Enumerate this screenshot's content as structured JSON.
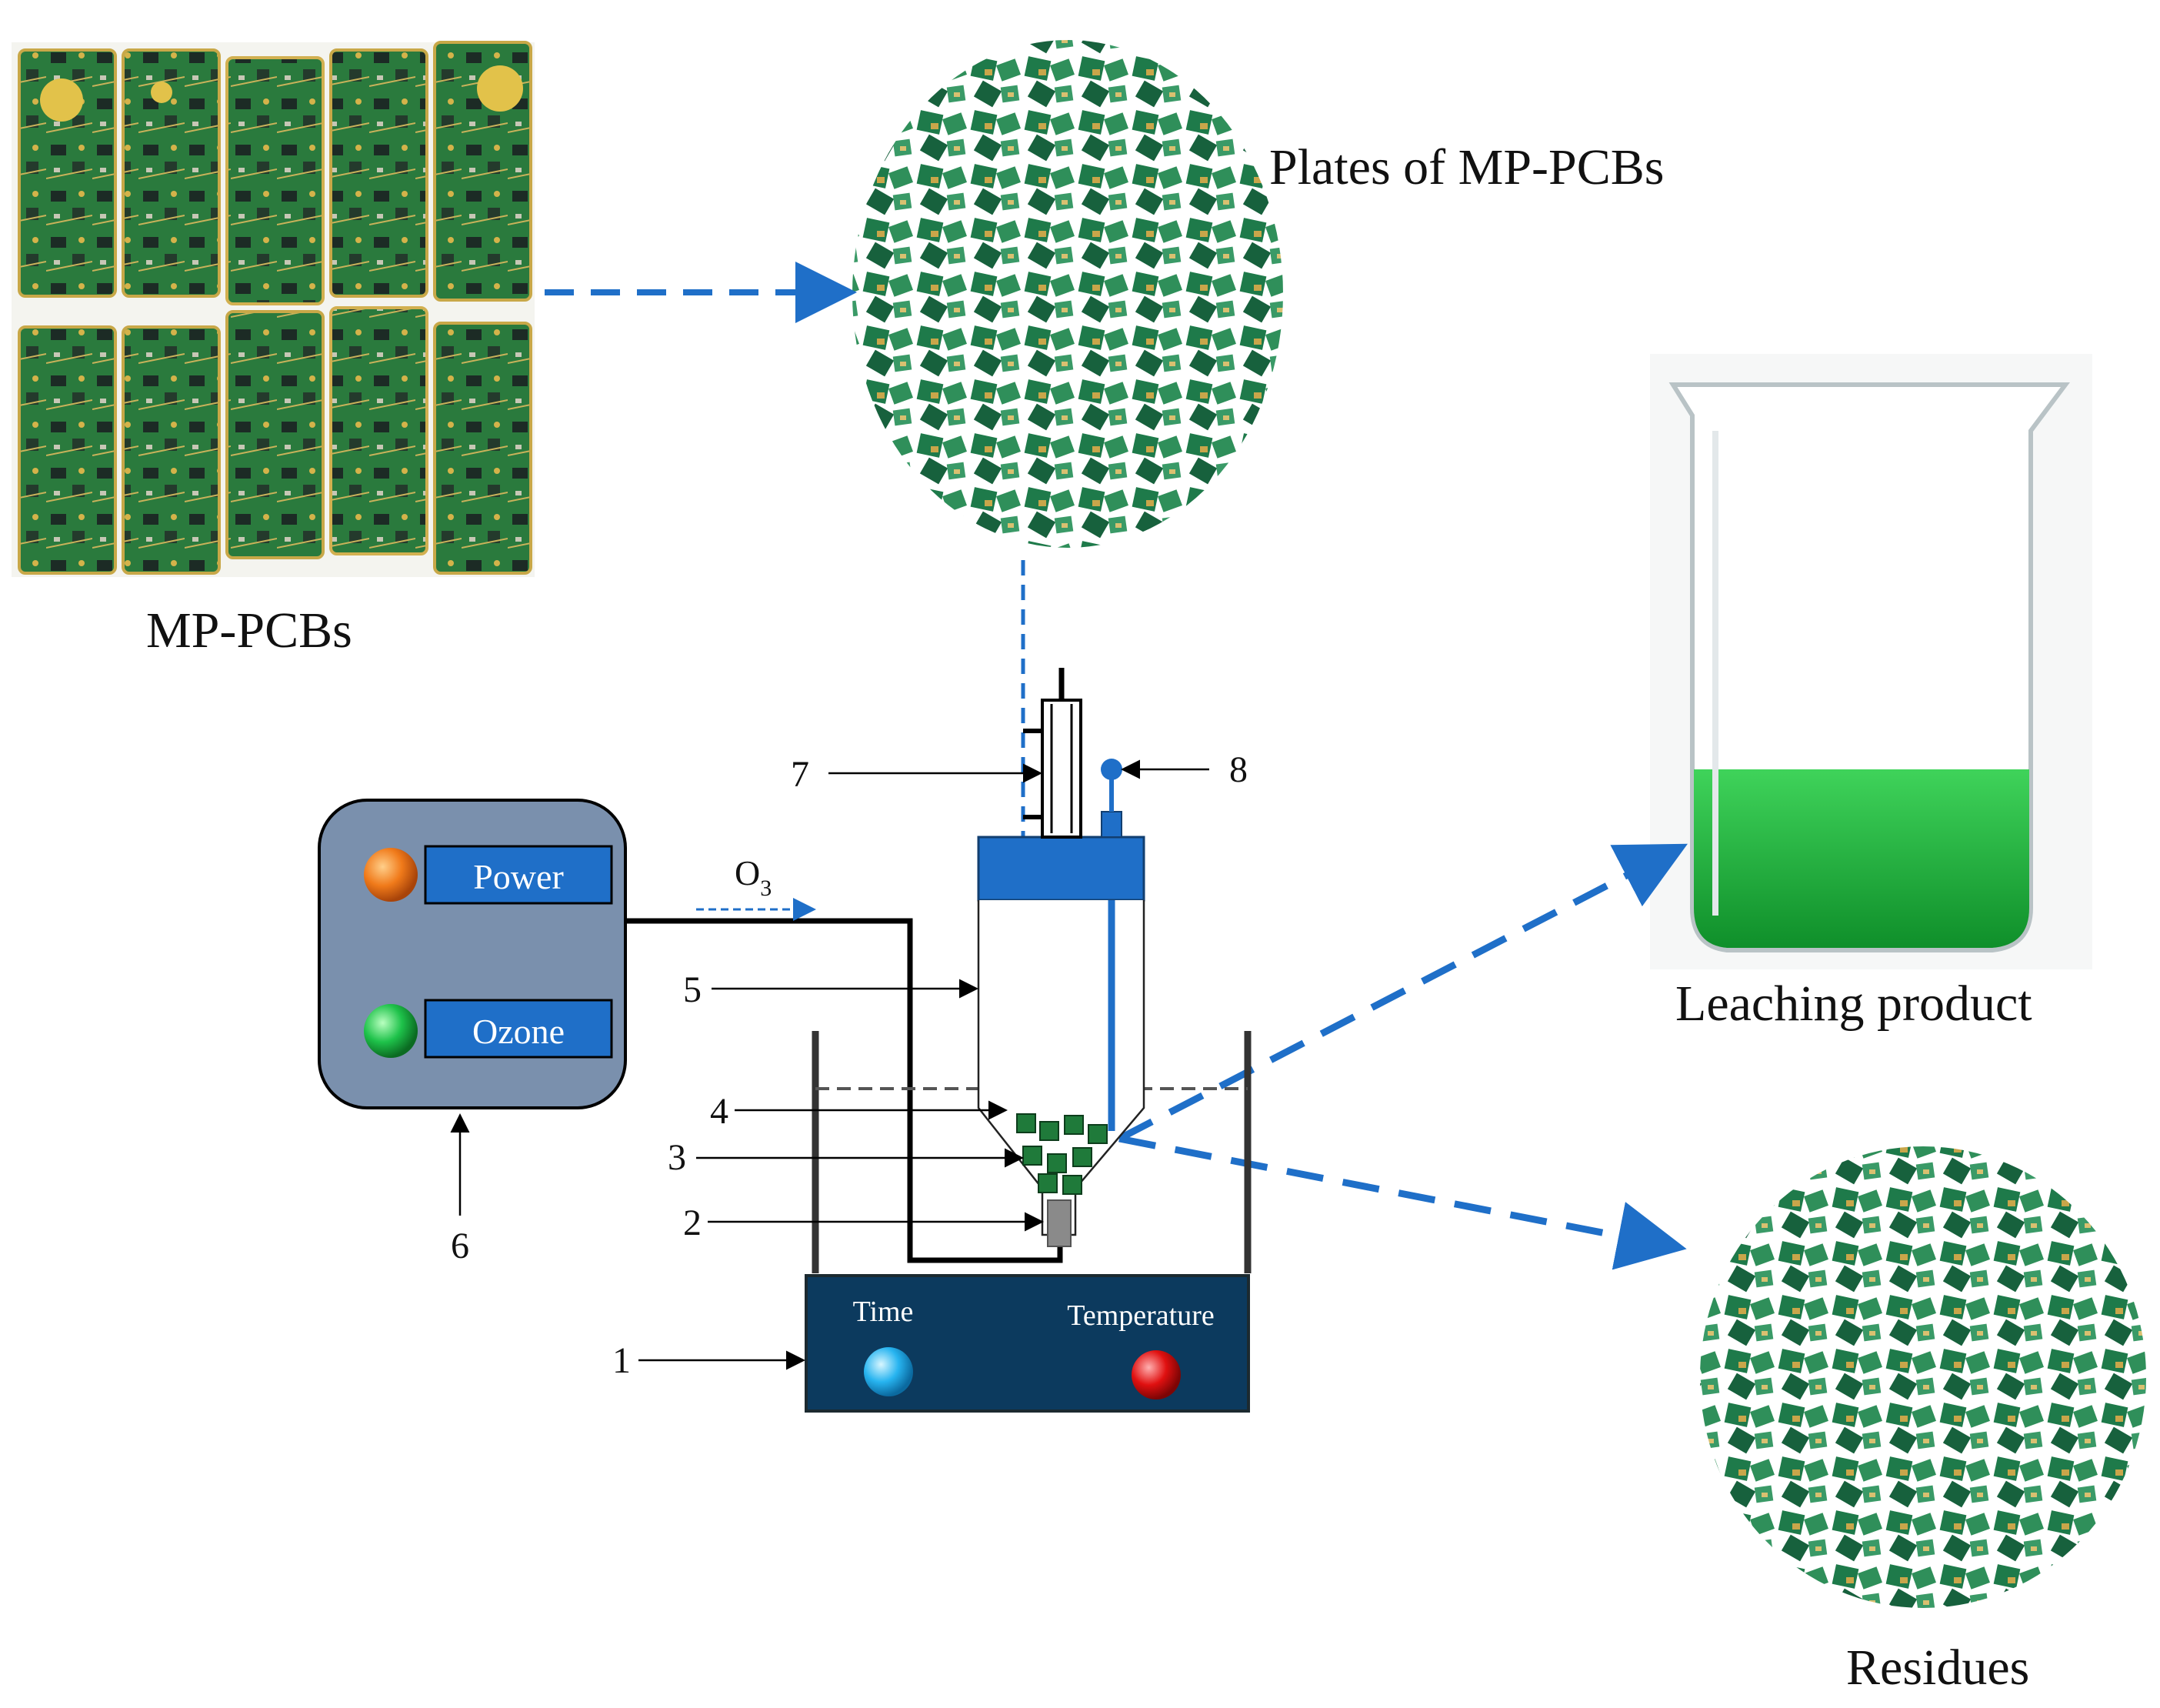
{
  "photos": {
    "mp_pcbs_caption": "MP-PCBs",
    "plates_caption": "Plates of MP-PCBs",
    "leaching_caption": "Leaching product",
    "residues_caption": "Residues"
  },
  "generator": {
    "power_label": "Power",
    "ozone_label": "Ozone",
    "gas_main": "O",
    "gas_sub": "3"
  },
  "bath": {
    "time_label": "Time",
    "temperature_label": "Temperature"
  },
  "callouts": [
    "1",
    "2",
    "3",
    "4",
    "5",
    "6",
    "7",
    "8"
  ],
  "colors": {
    "accent_blue": "#1f6fc8",
    "panel_dark": "#0c3a5e",
    "generator_gray": "#7a90ad",
    "pcb_green": "#1f7a3a",
    "liquid_green": "#22b83a"
  }
}
